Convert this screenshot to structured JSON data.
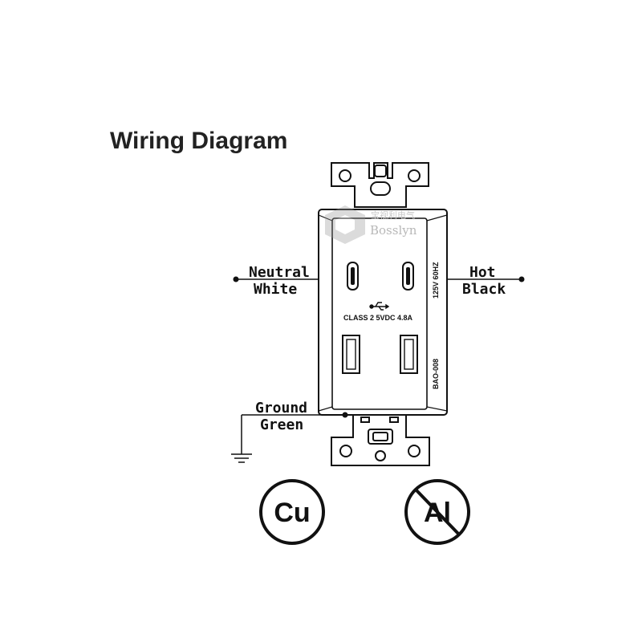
{
  "title": "Wiring Diagram",
  "wires": {
    "neutral": {
      "line1": "Neutral",
      "line2": "White"
    },
    "hot": {
      "line1": "Hot",
      "line2": "Black"
    },
    "ground": {
      "line1": "Ground",
      "line2": "Green"
    }
  },
  "device": {
    "rating_text": "CLASS 2 5VDC 4.8A",
    "side_rating": "125V 60HZ",
    "model": "BAO-008",
    "usb_symbol": "⭍"
  },
  "watermark": {
    "brand": "Bosslyn",
    "brand_cn": "宝视利电气"
  },
  "conductors": {
    "allowed": "Cu",
    "not_allowed": "Al"
  }
}
